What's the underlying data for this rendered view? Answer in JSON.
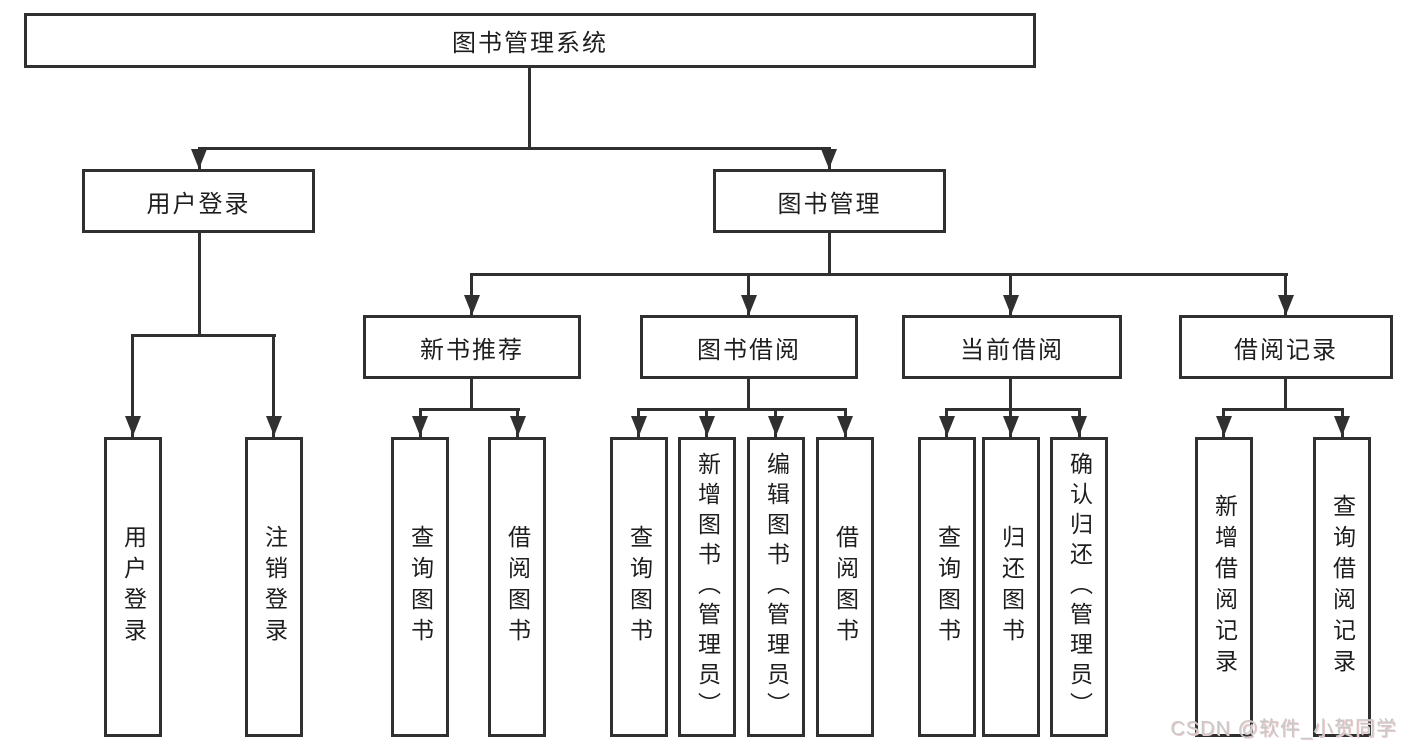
{
  "tree": {
    "label": "图书管理系统",
    "children": [
      {
        "label": "用户登录",
        "children": [
          {
            "label": "用户登录"
          },
          {
            "label": "注销登录"
          }
        ]
      },
      {
        "label": "图书管理",
        "children": [
          {
            "label": "新书推荐",
            "children": [
              {
                "label": "查询图书"
              },
              {
                "label": "借阅图书"
              }
            ]
          },
          {
            "label": "图书借阅",
            "children": [
              {
                "label": "查询图书"
              },
              {
                "label": "新增图书（管理员）"
              },
              {
                "label": "编辑图书（管理员）"
              },
              {
                "label": "借阅图书"
              }
            ]
          },
          {
            "label": "当前借阅",
            "children": [
              {
                "label": "查询图书"
              },
              {
                "label": "归还图书"
              },
              {
                "label": "确认归还（管理员）"
              }
            ]
          },
          {
            "label": "借阅记录",
            "children": [
              {
                "label": "新增借阅记录"
              },
              {
                "label": "查询借阅记录"
              }
            ]
          }
        ]
      }
    ]
  },
  "watermark": {
    "text": "CSDN @软件_小贺同学"
  },
  "colors": {
    "line": "#303030",
    "box_border": "#303030",
    "text": "#1e1e1e",
    "background": "#ffffff",
    "watermark": "#c9c9c9"
  }
}
